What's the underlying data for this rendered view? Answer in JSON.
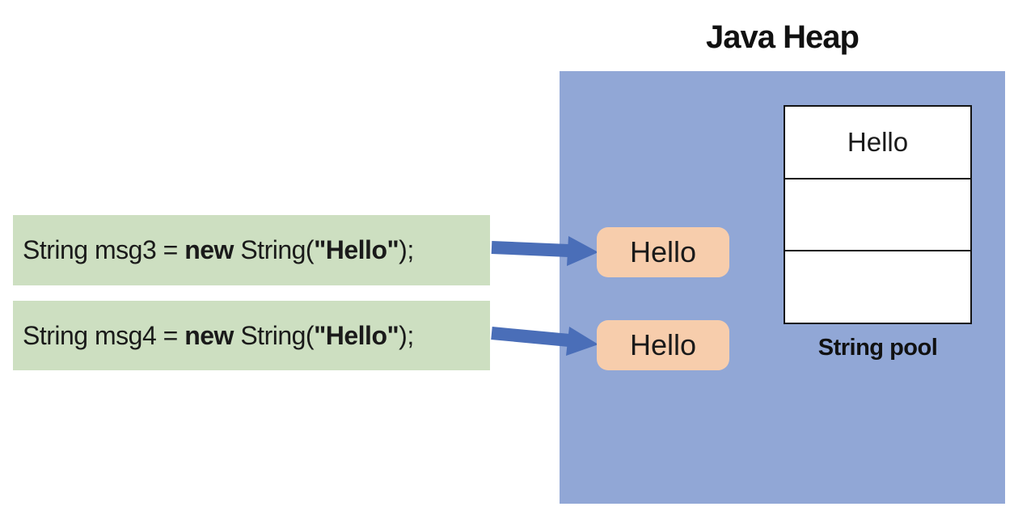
{
  "title": "Java Heap",
  "colors": {
    "heap_bg": "#91a7d6",
    "code_box_bg": "#cddfc1",
    "object_box_bg": "#f7cdac",
    "arrow": "#4a6eb8",
    "pool_border": "#141414",
    "text": "#1a1a1a"
  },
  "code_lines": [
    {
      "segments": [
        {
          "text": "String msg3 = ",
          "bold": false
        },
        {
          "text": "new",
          "bold": true
        },
        {
          "text": " String(",
          "bold": false
        },
        {
          "text": "\"Hello\"",
          "bold": true
        },
        {
          "text": ");",
          "bold": false
        }
      ]
    },
    {
      "segments": [
        {
          "text": "String msg4 = ",
          "bold": false
        },
        {
          "text": "new",
          "bold": true
        },
        {
          "text": " String(",
          "bold": false
        },
        {
          "text": "\"Hello\"",
          "bold": true
        },
        {
          "text": ");",
          "bold": false
        }
      ]
    }
  ],
  "heap_objects": [
    {
      "label": "Hello"
    },
    {
      "label": "Hello"
    }
  ],
  "string_pool": {
    "label": "String pool",
    "rows": [
      "Hello",
      "",
      ""
    ]
  }
}
